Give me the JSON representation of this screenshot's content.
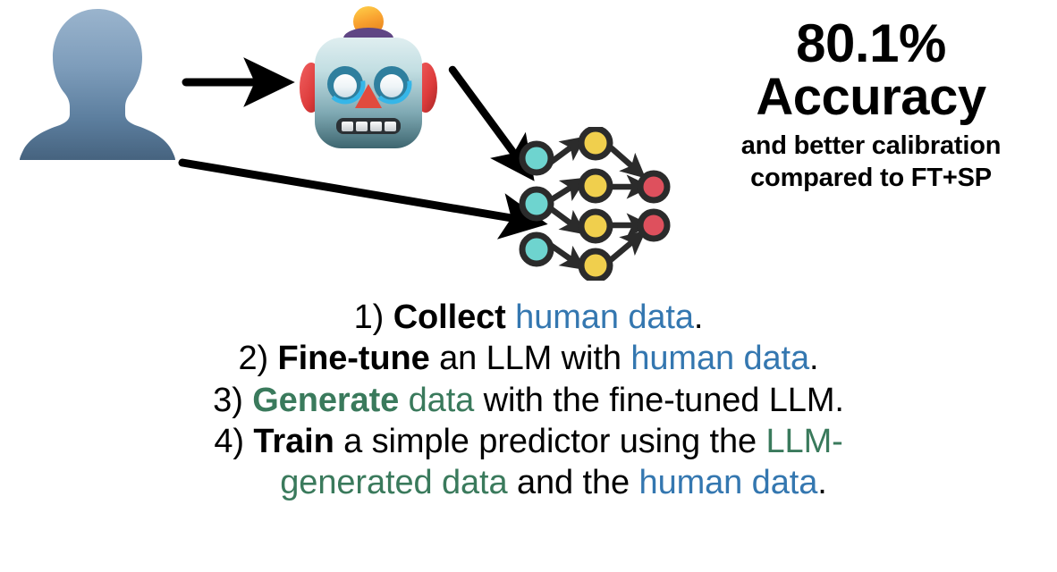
{
  "figure": {
    "headline": {
      "percent": "80.1%",
      "metric": "Accuracy",
      "sub_line_1": "and better calibration",
      "sub_line_2": "compared to FT+SP"
    },
    "icons": {
      "person": "person-silhouette-icon",
      "robot": "robot-face-emoji-icon",
      "network": "neural-network-diagram-icon"
    },
    "arrows": [
      {
        "name": "arrow-person-to-robot",
        "from": "person",
        "to": "robot"
      },
      {
        "name": "arrow-robot-to-network",
        "from": "robot",
        "to": "network"
      },
      {
        "name": "arrow-person-to-network",
        "from": "person",
        "to": "network"
      }
    ],
    "network": {
      "layers": [
        {
          "name": "input-layer",
          "count": 3,
          "color": "#6ed4cf"
        },
        {
          "name": "hidden-layer",
          "count": 4,
          "color": "#f0cf4d"
        },
        {
          "name": "output-layer",
          "count": 2,
          "color": "#de505d"
        }
      ],
      "node_stroke": "#2b2b2b"
    },
    "steps": [
      {
        "number": "1)",
        "segments": [
          {
            "text": "Collect",
            "style": "bold-black"
          },
          {
            "text": " ",
            "style": "plain-black"
          },
          {
            "text": "human data",
            "style": "blue"
          },
          {
            "text": ".",
            "style": "plain-black"
          }
        ]
      },
      {
        "number": "2)",
        "segments": [
          {
            "text": "Fine-tune",
            "style": "bold-black"
          },
          {
            "text": " an LLM with ",
            "style": "plain-black"
          },
          {
            "text": "human data",
            "style": "blue"
          },
          {
            "text": ".",
            "style": "plain-black"
          }
        ]
      },
      {
        "number": "3)",
        "segments": [
          {
            "text": "Generate",
            "style": "bold-green"
          },
          {
            "text": " ",
            "style": "plain-black"
          },
          {
            "text": "data",
            "style": "green"
          },
          {
            "text": " with the fine-tuned LLM.",
            "style": "plain-black"
          }
        ]
      },
      {
        "number": "4)",
        "segments": [
          {
            "text": "Train",
            "style": "bold-black"
          },
          {
            "text": " a simple predictor using the ",
            "style": "plain-black"
          },
          {
            "text": "LLM-",
            "style": "green"
          }
        ],
        "wrap_segments": [
          {
            "text": "generated data",
            "style": "green"
          },
          {
            "text": " and the ",
            "style": "plain-black"
          },
          {
            "text": "human data",
            "style": "blue"
          },
          {
            "text": ".",
            "style": "plain-black"
          }
        ]
      }
    ],
    "colors": {
      "blue": "#3477b0",
      "green": "#3a7a5c",
      "black": "#000000",
      "teal_node": "#6ed4cf",
      "yellow_node": "#f0cf4d",
      "red_node": "#de505d"
    }
  }
}
